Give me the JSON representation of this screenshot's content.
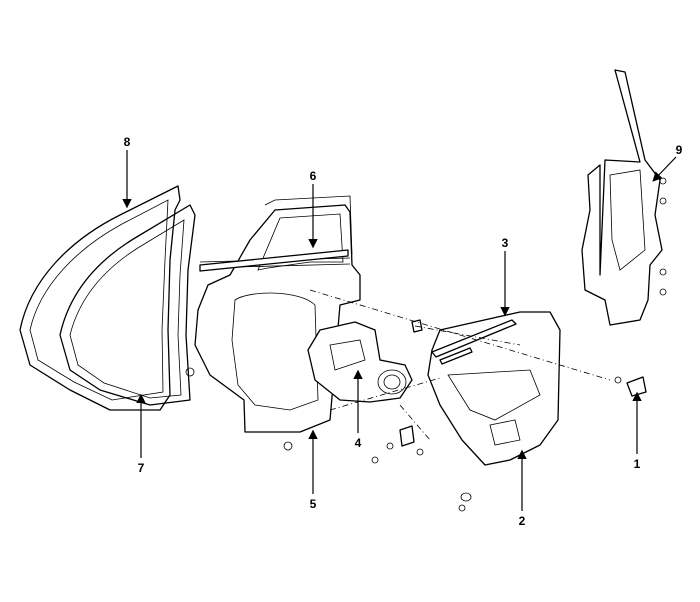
{
  "diagram": {
    "title": "Rear door exploded view",
    "callouts": [
      {
        "id": "1",
        "label": "1"
      },
      {
        "id": "2",
        "label": "2"
      },
      {
        "id": "3",
        "label": "3"
      },
      {
        "id": "4",
        "label": "4"
      },
      {
        "id": "5",
        "label": "5"
      },
      {
        "id": "6",
        "label": "6"
      },
      {
        "id": "7",
        "label": "7"
      },
      {
        "id": "8",
        "label": "8"
      },
      {
        "id": "9",
        "label": "9"
      }
    ]
  }
}
